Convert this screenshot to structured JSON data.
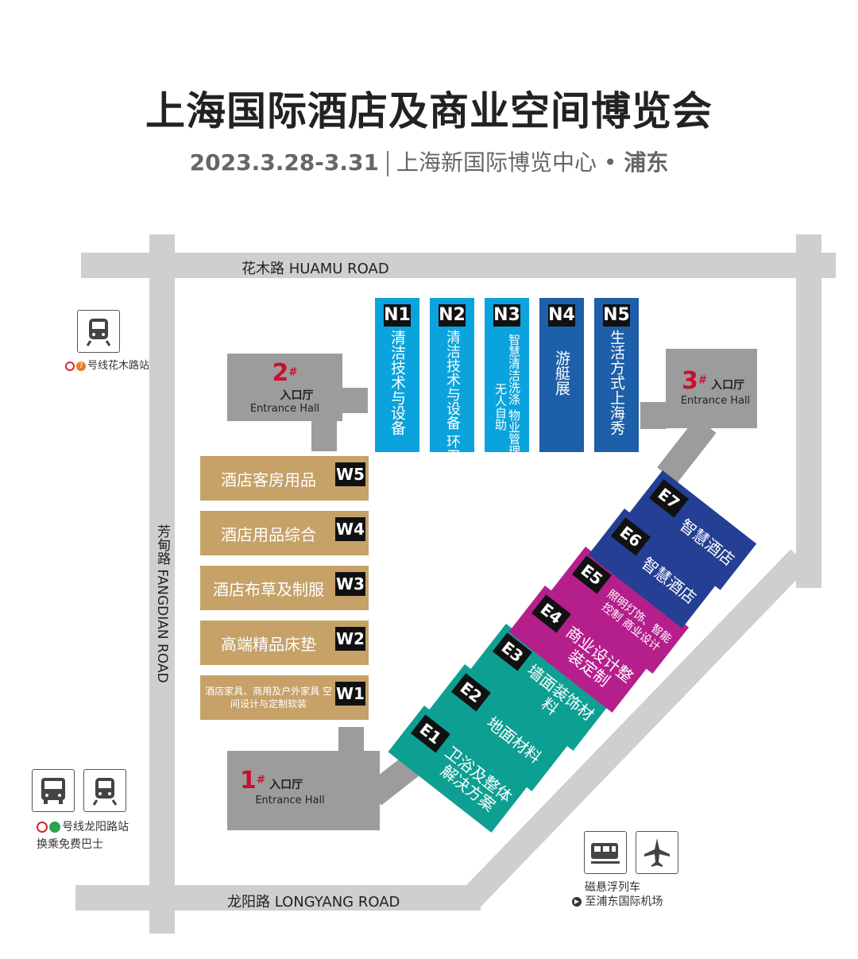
{
  "header": {
    "title": "上海国际酒店及商业空间博览会",
    "date": "2023.3.28-3.31",
    "venue": "上海新国际博览中心",
    "dot": "•",
    "district": "浦东"
  },
  "roads": {
    "north": "花木路  HUAMU ROAD",
    "west": "芳甸路  FANGDIAN ROAD",
    "south": "龙阳路  LONGYANG ROAD"
  },
  "entrances": [
    {
      "num": "2",
      "sup": "#",
      "cn": "入口厅",
      "en": "Entrance Hall"
    },
    {
      "num": "3",
      "sup": "#",
      "cn": "入口厅",
      "en": "Entrance Hall"
    },
    {
      "num": "1",
      "sup": "#",
      "cn": "入口厅",
      "en": "Entrance Hall"
    }
  ],
  "north_halls": [
    {
      "tag": "N1",
      "name": "清洁技术与设备",
      "color": "#0aa3dd"
    },
    {
      "tag": "N2",
      "name": "清洁技术与设备  环卫",
      "color": "#0aa3dd"
    },
    {
      "tag": "N3",
      "name": "智慧清洁洗涤  物业管理空净  无人自助",
      "color": "#0aa3dd"
    },
    {
      "tag": "N4",
      "name": "游艇展",
      "color": "#1d5fa8"
    },
    {
      "tag": "N5",
      "name": "生活方式上海秀",
      "color": "#1d5fa8"
    }
  ],
  "west_halls": [
    {
      "tag": "W5",
      "name": "酒店客房用品"
    },
    {
      "tag": "W4",
      "name": "酒店用品综合"
    },
    {
      "tag": "W3",
      "name": "酒店布草及制服"
    },
    {
      "tag": "W2",
      "name": "高端精品床垫"
    },
    {
      "tag": "W1",
      "name": "酒店家具、商用及户外家具 空间设计与定制软装"
    }
  ],
  "east_halls": [
    {
      "tag": "E1",
      "name": "卫浴及整体解决方案",
      "color": "#0e9f93"
    },
    {
      "tag": "E2",
      "name": "地面材料",
      "color": "#0e9f93"
    },
    {
      "tag": "E3",
      "name": "墙面装饰材料",
      "color": "#0e9f93"
    },
    {
      "tag": "E4",
      "name": "商业设计整装定制",
      "color": "#b51f8c"
    },
    {
      "tag": "E5",
      "name": "照明灯饰、智能控制 商业设计",
      "color": "#b51f8c"
    },
    {
      "tag": "E6",
      "name": "智慧酒店",
      "color": "#243f93"
    },
    {
      "tag": "E7",
      "name": "智慧酒店",
      "color": "#243f93"
    }
  ],
  "transit": {
    "huamu_metro": "号线花木路站",
    "huamu_line": "7",
    "longyang_metro": "号线龙阳路站",
    "shuttle": "换乘免费巴士",
    "maglev": "磁悬浮列车",
    "airport": "至浦东国际机场"
  },
  "colors": {
    "road": "#cfcfcf",
    "entrance": "#9c9c9c",
    "west_hall": "#c6a168",
    "entrance_number": "#c8102e"
  }
}
